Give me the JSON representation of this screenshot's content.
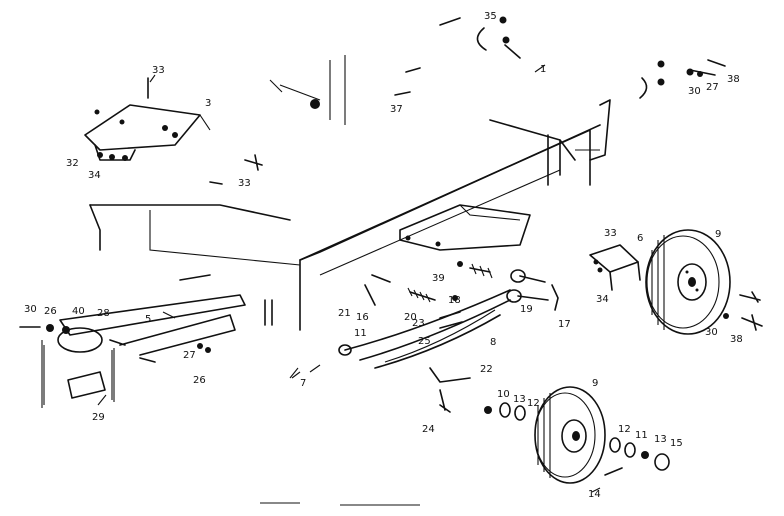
{
  "diagram": {
    "type": "exploded-parts-diagram",
    "part_labels": [
      {
        "id": "lbl-35a",
        "text": "35"
      },
      {
        "id": "lbl-1a",
        "text": "1"
      },
      {
        "id": "lbl-37",
        "text": "37"
      },
      {
        "id": "lbl-38a",
        "text": "38"
      },
      {
        "id": "lbl-27a",
        "text": "27"
      },
      {
        "id": "lbl-30a",
        "text": "30"
      },
      {
        "id": "lbl-33a",
        "text": "33"
      },
      {
        "id": "lbl-3",
        "text": "3"
      },
      {
        "id": "lbl-32",
        "text": "32"
      },
      {
        "id": "lbl-34a",
        "text": "34"
      },
      {
        "id": "lbl-33b",
        "text": "33"
      },
      {
        "id": "lbl-33c",
        "text": "33"
      },
      {
        "id": "lbl-6",
        "text": "6"
      },
      {
        "id": "lbl-9a",
        "text": "9"
      },
      {
        "id": "lbl-34b",
        "text": "34"
      },
      {
        "id": "lbl-30b",
        "text": "30"
      },
      {
        "id": "lbl-38b",
        "text": "38"
      },
      {
        "id": "lbl-39",
        "text": "39"
      },
      {
        "id": "lbl-18",
        "text": "18"
      },
      {
        "id": "lbl-19",
        "text": "19"
      },
      {
        "id": "lbl-17",
        "text": "17"
      },
      {
        "id": "lbl-21",
        "text": "21"
      },
      {
        "id": "lbl-16",
        "text": "16"
      },
      {
        "id": "lbl-20",
        "text": "20"
      },
      {
        "id": "lbl-23",
        "text": "23"
      },
      {
        "id": "lbl-25",
        "text": "25"
      },
      {
        "id": "lbl-8",
        "text": "8"
      },
      {
        "id": "lbl-11a",
        "text": "11"
      },
      {
        "id": "lbl-22",
        "text": "22"
      },
      {
        "id": "lbl-10",
        "text": "10"
      },
      {
        "id": "lbl-13a",
        "text": "13"
      },
      {
        "id": "lbl-12a",
        "text": "12"
      },
      {
        "id": "lbl-9b",
        "text": "9"
      },
      {
        "id": "lbl-24",
        "text": "24"
      },
      {
        "id": "lbl-12b",
        "text": "12"
      },
      {
        "id": "lbl-11b",
        "text": "11"
      },
      {
        "id": "lbl-13b",
        "text": "13"
      },
      {
        "id": "lbl-15",
        "text": "15"
      },
      {
        "id": "lbl-14",
        "text": "14"
      },
      {
        "id": "lbl-7",
        "text": "7"
      },
      {
        "id": "lbl-5",
        "text": "5"
      },
      {
        "id": "lbl-30c",
        "text": "30"
      },
      {
        "id": "lbl-26a",
        "text": "26"
      },
      {
        "id": "lbl-40",
        "text": "40"
      },
      {
        "id": "lbl-28",
        "text": "28"
      },
      {
        "id": "lbl-27b",
        "text": "27"
      },
      {
        "id": "lbl-26b",
        "text": "26"
      },
      {
        "id": "lbl-29",
        "text": "29"
      }
    ]
  }
}
